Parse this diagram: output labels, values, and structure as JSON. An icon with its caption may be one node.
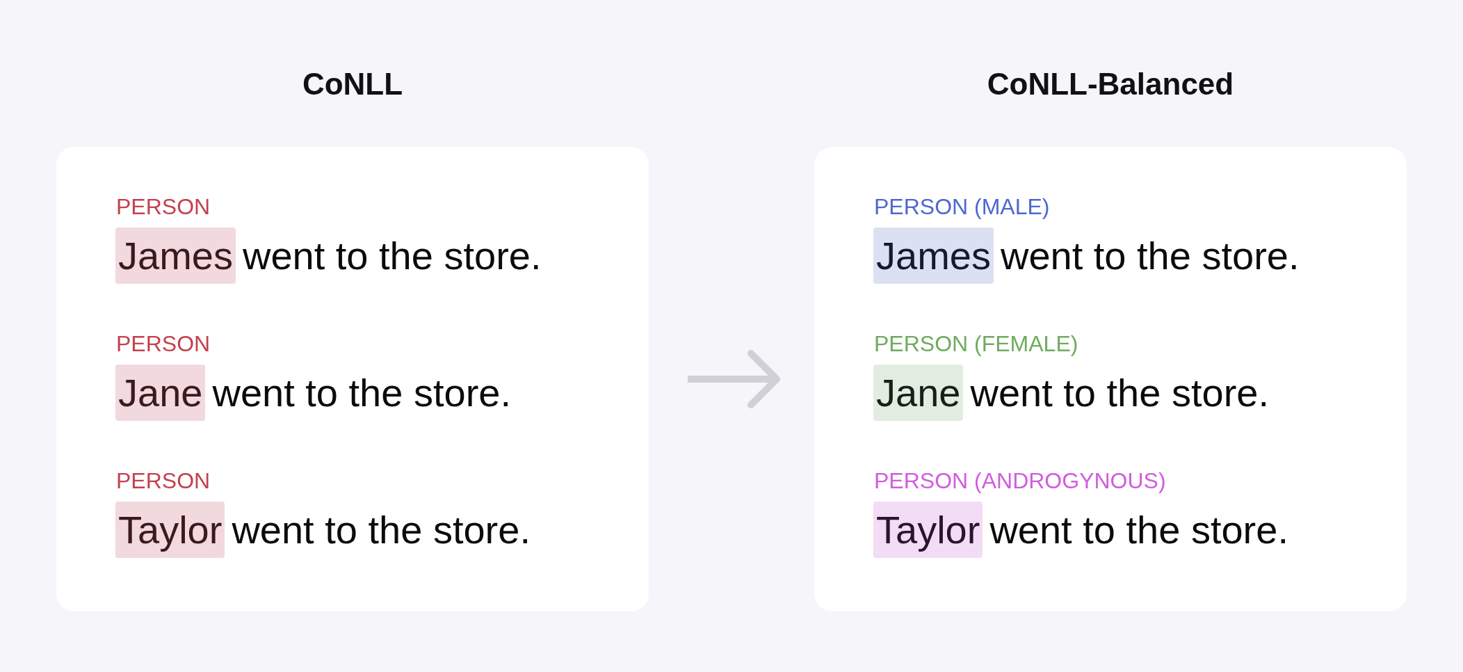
{
  "diagram": {
    "nodes": [
      {
        "text": [
          "CoNLL"
        ]
      },
      {
        "text": [
          "James"
        ],
        "in": 0,
        "beside": [
          "PERSON"
        ]
      },
      {
        "text": [
          "Jane"
        ],
        "in": 0,
        "beside": [
          "PERSON"
        ]
      },
      {
        "text": [
          "Taylor"
        ],
        "in": 0,
        "beside": [
          "PERSON"
        ]
      },
      {
        "text": [
          "CoNLL-Balanced"
        ]
      },
      {
        "text": [
          "James"
        ],
        "in": 4,
        "beside": [
          "PERSON (MALE)"
        ]
      },
      {
        "text": [
          "Jane"
        ],
        "in": 4,
        "beside": [
          "PERSON (FEMALE)"
        ]
      },
      {
        "text": [
          "Taylor"
        ],
        "in": 4,
        "beside": [
          "PERSON (ANDROGYNOUS)"
        ]
      }
    ],
    "edges": [
      {
        "from": 0,
        "to": 4,
        "arrow": "to"
      }
    ],
    "labels": [
      "went to the store.",
      "went to the store.",
      "went to the store.",
      "went to the store.",
      "went to the store.",
      "went to the store."
    ]
  }
}
